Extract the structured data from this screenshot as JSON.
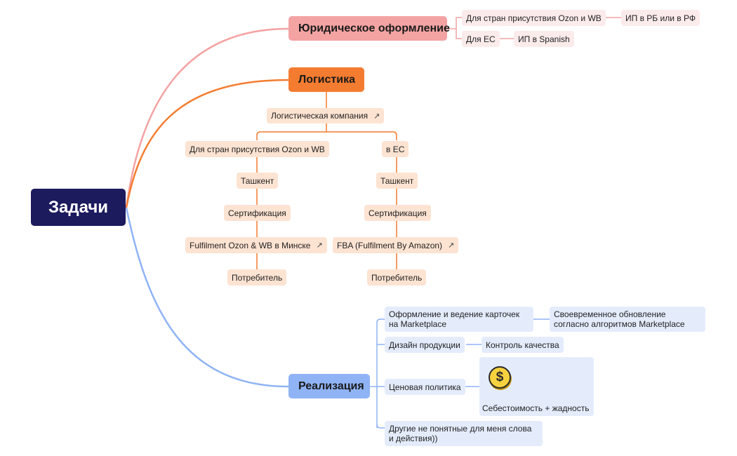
{
  "root": {
    "label": "Задачи"
  },
  "legal": {
    "label": "Юридическое оформление",
    "items": [
      {
        "label": "Для стран присутствия Ozon и WB",
        "child": "ИП в РБ или в РФ"
      },
      {
        "label": "Для ЕС",
        "child": "ИП в Spanish"
      }
    ]
  },
  "logistics": {
    "label": "Логистика",
    "company": "Логистическая компания",
    "left": [
      "Для стран присутствия Ozon и WB",
      "Ташкент",
      "Сертификация",
      "Fulfilment Ozon & WB в Минске",
      "Потребитель"
    ],
    "right": [
      "в ЕС",
      "Ташкент",
      "Сертификация",
      "FBA (Fulfilment By Amazon)",
      "Потребитель"
    ]
  },
  "implementation": {
    "label": "Реализация",
    "items": [
      {
        "label": "Оформление и ведение карточек на Marketplace",
        "child": "Своевременное обновление согласно алгоритмов Marketplace"
      },
      {
        "label": "Дизайн продукции",
        "child": "Контроль качества"
      },
      {
        "label": "Ценовая политика",
        "child": "Себестоимость + жадность",
        "icon": "dollar-coin-icon",
        "icon_glyph": "$"
      },
      {
        "label": "Другие не понятные для меня слова и действия))"
      }
    ]
  },
  "colors": {
    "root": "#1c1b5e",
    "legal_branch": "#f4a3a3",
    "logistics_branch": "#f47c30",
    "implementation_branch": "#8fb3f5"
  },
  "external_link_glyph": "↗"
}
